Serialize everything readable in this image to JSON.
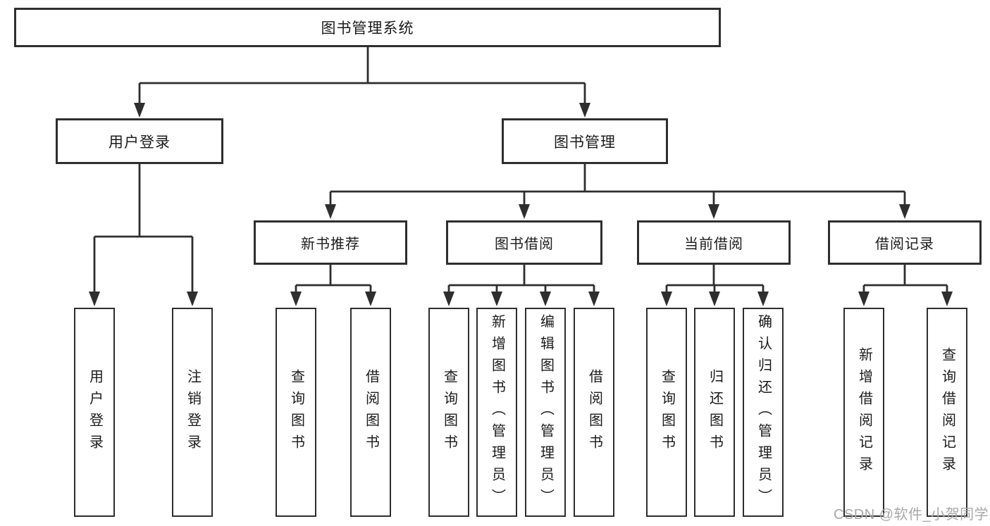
{
  "nodes": {
    "root": "图书管理系统",
    "login": "用户登录",
    "management": "图书管理",
    "login_leaves": [
      "用户登录",
      "注销登录"
    ],
    "groups": [
      {
        "label": "新书推荐",
        "leaves": [
          "查询图书",
          "借阅图书"
        ]
      },
      {
        "label": "图书借阅",
        "leaves": [
          "查询图书",
          "新增图书（管理员）",
          "编辑图书（管理员）",
          "借阅图书"
        ]
      },
      {
        "label": "当前借阅",
        "leaves": [
          "查询图书",
          "归还图书",
          "确认归还（管理员）"
        ]
      },
      {
        "label": "借阅记录",
        "leaves": [
          "新增借阅记录",
          "查询借阅记录"
        ]
      }
    ]
  },
  "watermark": "CSDN @软件_小贺同学",
  "colors": {
    "line": "#2e2e2e",
    "box_border": "#2e2e2e",
    "text": "#1b1b1b",
    "watermark": "#a8a8a8",
    "background": "#ffffff"
  }
}
